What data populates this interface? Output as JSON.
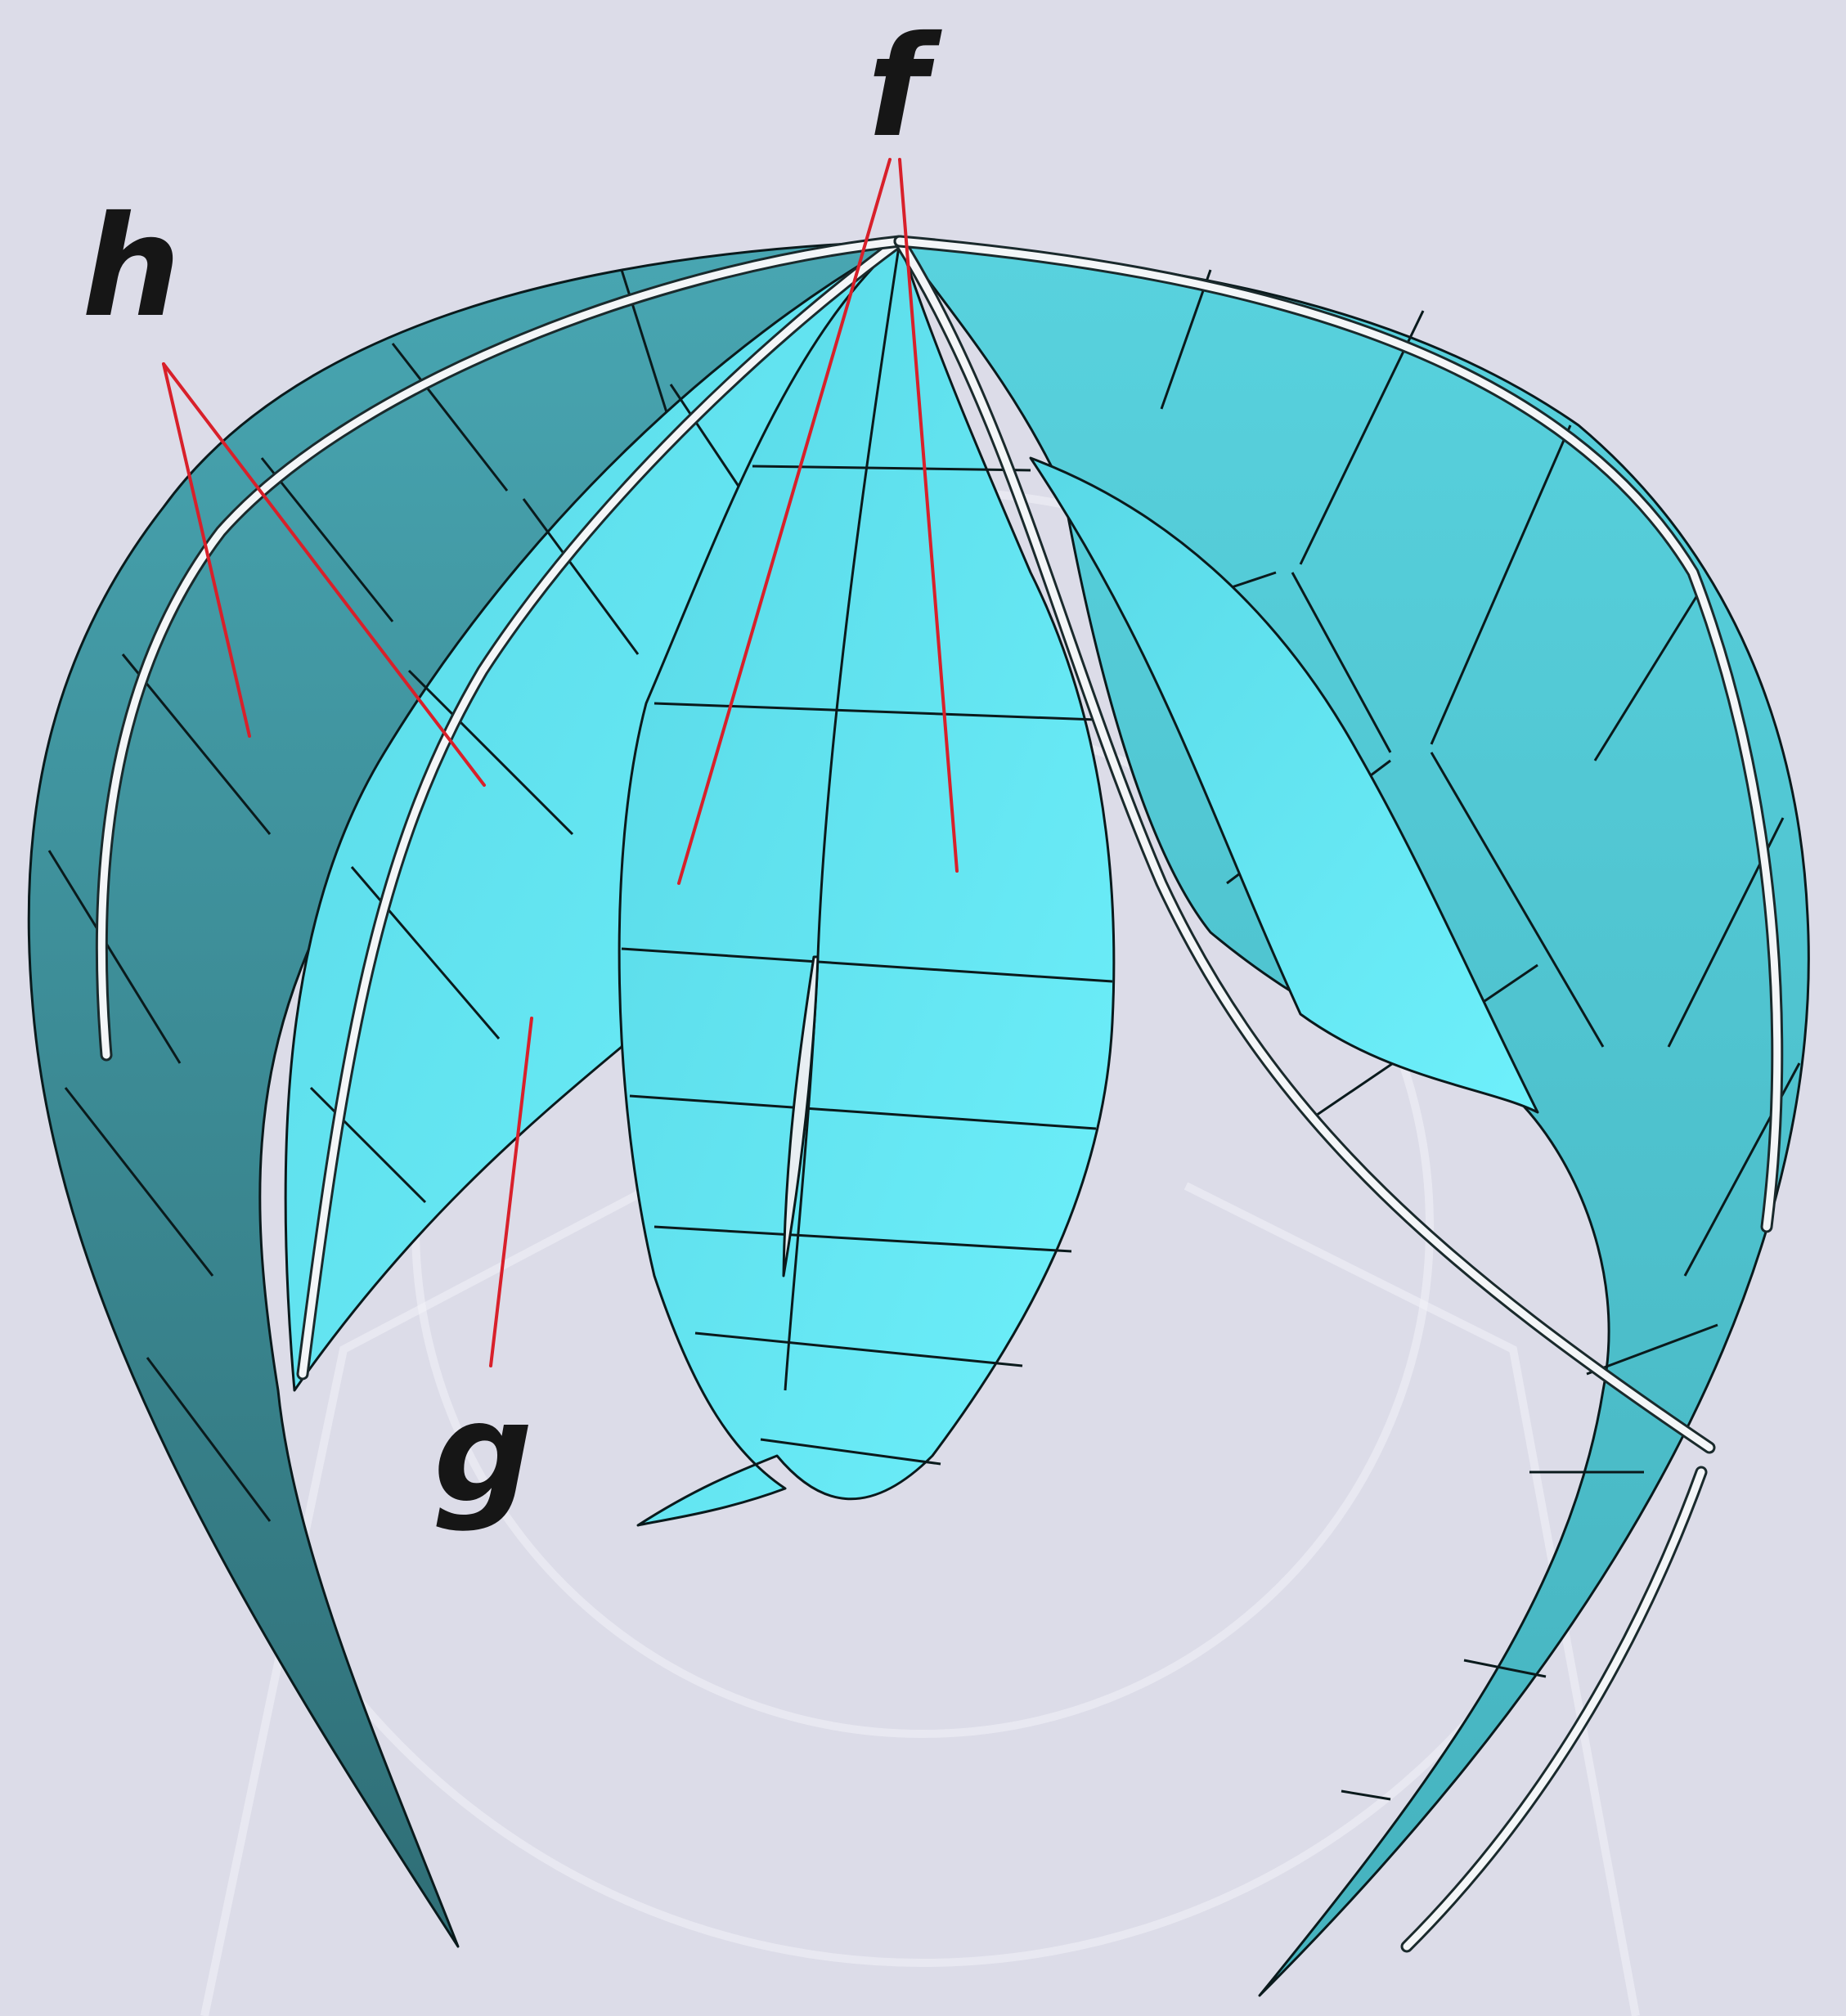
{
  "labels": {
    "f": "f",
    "g": "g",
    "h": "h"
  },
  "colors": {
    "background": "#dcdce8",
    "panel_light": "#62e6f2",
    "panel_mid": "#4fc9d6",
    "panel_dark": "#3d8f98",
    "outline": "#0a1a1c",
    "leader": "#d8202a"
  }
}
